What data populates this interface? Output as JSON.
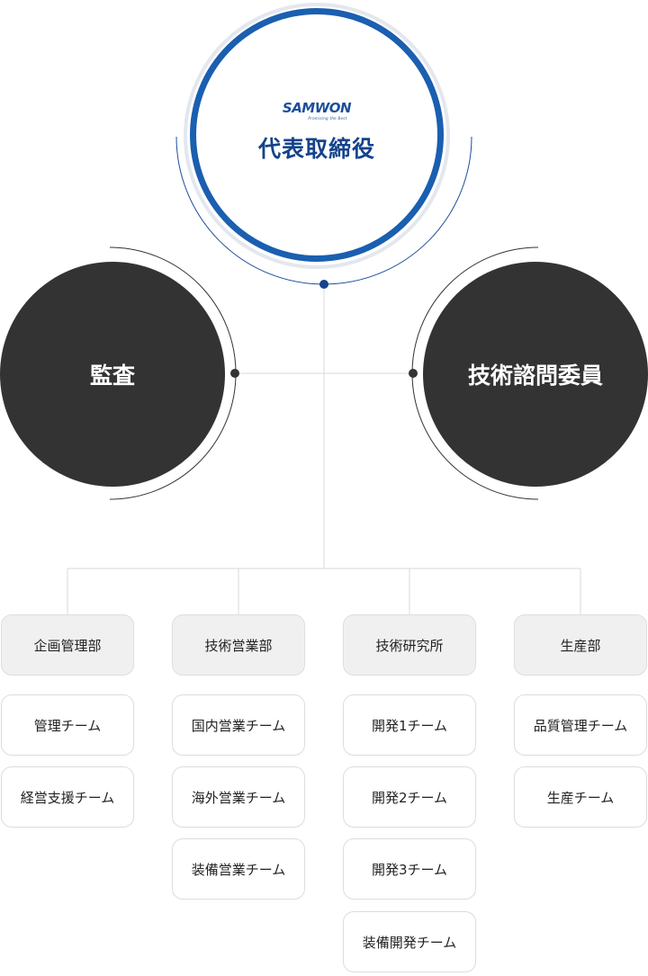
{
  "ceo": {
    "logo_text": "SAMWON",
    "logo_tagline": "Promising the Best",
    "title": "代表取締役"
  },
  "audit": {
    "label": "監査"
  },
  "advisory": {
    "label": "技術諮問委員"
  },
  "departments": [
    {
      "name": "企画管理部",
      "teams": [
        "管理チーム",
        "経営支援チーム"
      ]
    },
    {
      "name": "技術営業部",
      "teams": [
        "国内営業チーム",
        "海外営業チーム",
        "装備営業チーム"
      ]
    },
    {
      "name": "技術研究所",
      "teams": [
        "開発1チーム",
        "開発2チーム",
        "開発3チーム",
        "装備開発チーム"
      ]
    },
    {
      "name": "生産部",
      "teams": [
        "品質管理チーム",
        "生産チーム"
      ]
    }
  ],
  "colors": {
    "ceo_ring": "#1a5fb0",
    "ceo_text": "#15438c",
    "dark_circle": "#333333",
    "dept_bg": "#f0f0f0",
    "connector": "#d9d9d9"
  }
}
